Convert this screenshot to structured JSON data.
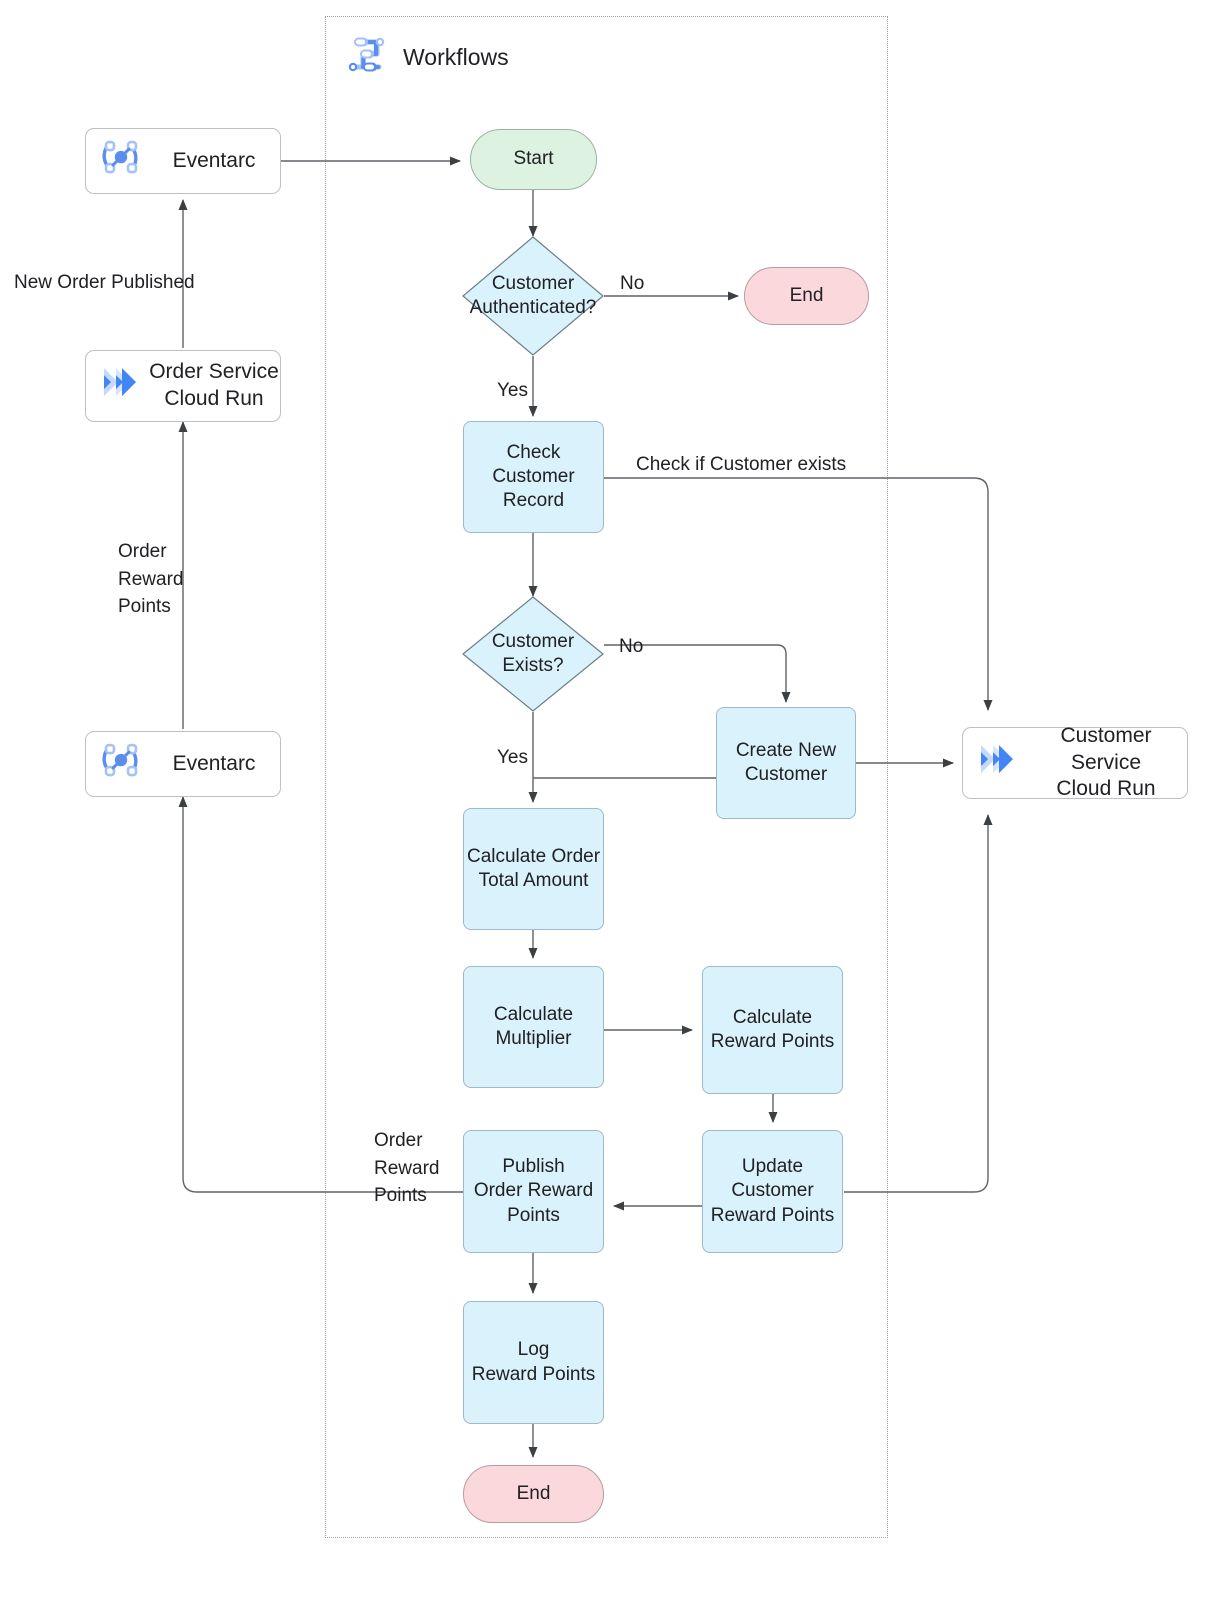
{
  "diagram": {
    "type": "flowchart",
    "title": "Order Reward Points Workflow",
    "group": {
      "label": "Workflows",
      "icon": "workflows-icon",
      "border_style": "dotted",
      "border_color": "#9aa0a6"
    },
    "colors": {
      "process_fill": "#d9f2fb",
      "process_stroke": "#9fb9c6",
      "start_fill": "#ddf2e0",
      "start_stroke": "#9cb3a1",
      "end_fill": "#fbd8dc",
      "end_stroke": "#b99ba1",
      "service_fill": "#ffffff",
      "service_stroke": "#bdc1c6",
      "edge_stroke": "#5f6368",
      "text": "#202124",
      "icon_blue": "#4285f4",
      "icon_blue_light": "#a3c2f5"
    },
    "services": [
      {
        "id": "eventarc-top",
        "label": "Eventarc",
        "icon": "eventarc-icon"
      },
      {
        "id": "order-service",
        "label": "Order Service\nCloud Run",
        "icon": "cloud-run-icon"
      },
      {
        "id": "eventarc-bottom",
        "label": "Eventarc",
        "icon": "eventarc-icon"
      },
      {
        "id": "customer-service",
        "label": "Customer Service\nCloud Run",
        "icon": "cloud-run-icon"
      }
    ],
    "nodes": [
      {
        "id": "start",
        "label": "Start",
        "shape": "terminator-start"
      },
      {
        "id": "customer-authenticated",
        "label": "Customer\nAuthenticated?",
        "shape": "decision"
      },
      {
        "id": "end-top",
        "label": "End",
        "shape": "terminator-end"
      },
      {
        "id": "check-customer-record",
        "label": "Check\nCustomer\nRecord",
        "shape": "process"
      },
      {
        "id": "customer-exists",
        "label": "Customer\nExists?",
        "shape": "decision"
      },
      {
        "id": "create-new-customer",
        "label": "Create New\nCustomer",
        "shape": "process"
      },
      {
        "id": "calculate-order-total",
        "label": "Calculate Order\nTotal Amount",
        "shape": "process"
      },
      {
        "id": "calculate-multiplier",
        "label": "Calculate\nMultiplier",
        "shape": "process"
      },
      {
        "id": "calculate-reward-points",
        "label": "Calculate\nReward Points",
        "shape": "process"
      },
      {
        "id": "update-customer-reward-points",
        "label": "Update\nCustomer\nReward Points",
        "shape": "process"
      },
      {
        "id": "publish-order-reward-points",
        "label": "Publish\nOrder Reward\nPoints",
        "shape": "process"
      },
      {
        "id": "log-reward-points",
        "label": "Log\nReward Points",
        "shape": "process"
      },
      {
        "id": "end-bottom",
        "label": "End",
        "shape": "terminator-end"
      }
    ],
    "edge_labels": {
      "new_order_published": "New Order Published",
      "order_reward_points_upper": "Order\nReward\nPoints",
      "order_reward_points_lower": "Order\nReward\nPoints",
      "auth_no": "No",
      "auth_yes": "Yes",
      "exists_no": "No",
      "exists_yes": "Yes",
      "check_if_customer_exists": "Check if Customer exists"
    },
    "edges": [
      {
        "from": "eventarc-top",
        "to": "start",
        "label": ""
      },
      {
        "from": "order-service",
        "to": "eventarc-top",
        "label": "New Order Published"
      },
      {
        "from": "eventarc-bottom",
        "to": "order-service",
        "label": "Order Reward Points"
      },
      {
        "from": "publish-order-reward-points",
        "to": "eventarc-bottom",
        "label": "Order Reward Points"
      },
      {
        "from": "start",
        "to": "customer-authenticated",
        "label": ""
      },
      {
        "from": "customer-authenticated",
        "to": "end-top",
        "label": "No"
      },
      {
        "from": "customer-authenticated",
        "to": "check-customer-record",
        "label": "Yes"
      },
      {
        "from": "check-customer-record",
        "to": "customer-service",
        "label": "Check if Customer exists"
      },
      {
        "from": "check-customer-record",
        "to": "customer-exists",
        "label": ""
      },
      {
        "from": "customer-exists",
        "to": "create-new-customer",
        "label": "No"
      },
      {
        "from": "customer-exists",
        "to": "calculate-order-total",
        "label": "Yes"
      },
      {
        "from": "create-new-customer",
        "to": "customer-service",
        "label": ""
      },
      {
        "from": "calculate-order-total",
        "to": "calculate-multiplier",
        "label": ""
      },
      {
        "from": "calculate-multiplier",
        "to": "calculate-reward-points",
        "label": ""
      },
      {
        "from": "calculate-reward-points",
        "to": "update-customer-reward-points",
        "label": ""
      },
      {
        "from": "update-customer-reward-points",
        "to": "publish-order-reward-points",
        "label": ""
      },
      {
        "from": "update-customer-reward-points",
        "to": "customer-service",
        "label": ""
      },
      {
        "from": "publish-order-reward-points",
        "to": "log-reward-points",
        "label": ""
      },
      {
        "from": "log-reward-points",
        "to": "end-bottom",
        "label": ""
      }
    ]
  }
}
